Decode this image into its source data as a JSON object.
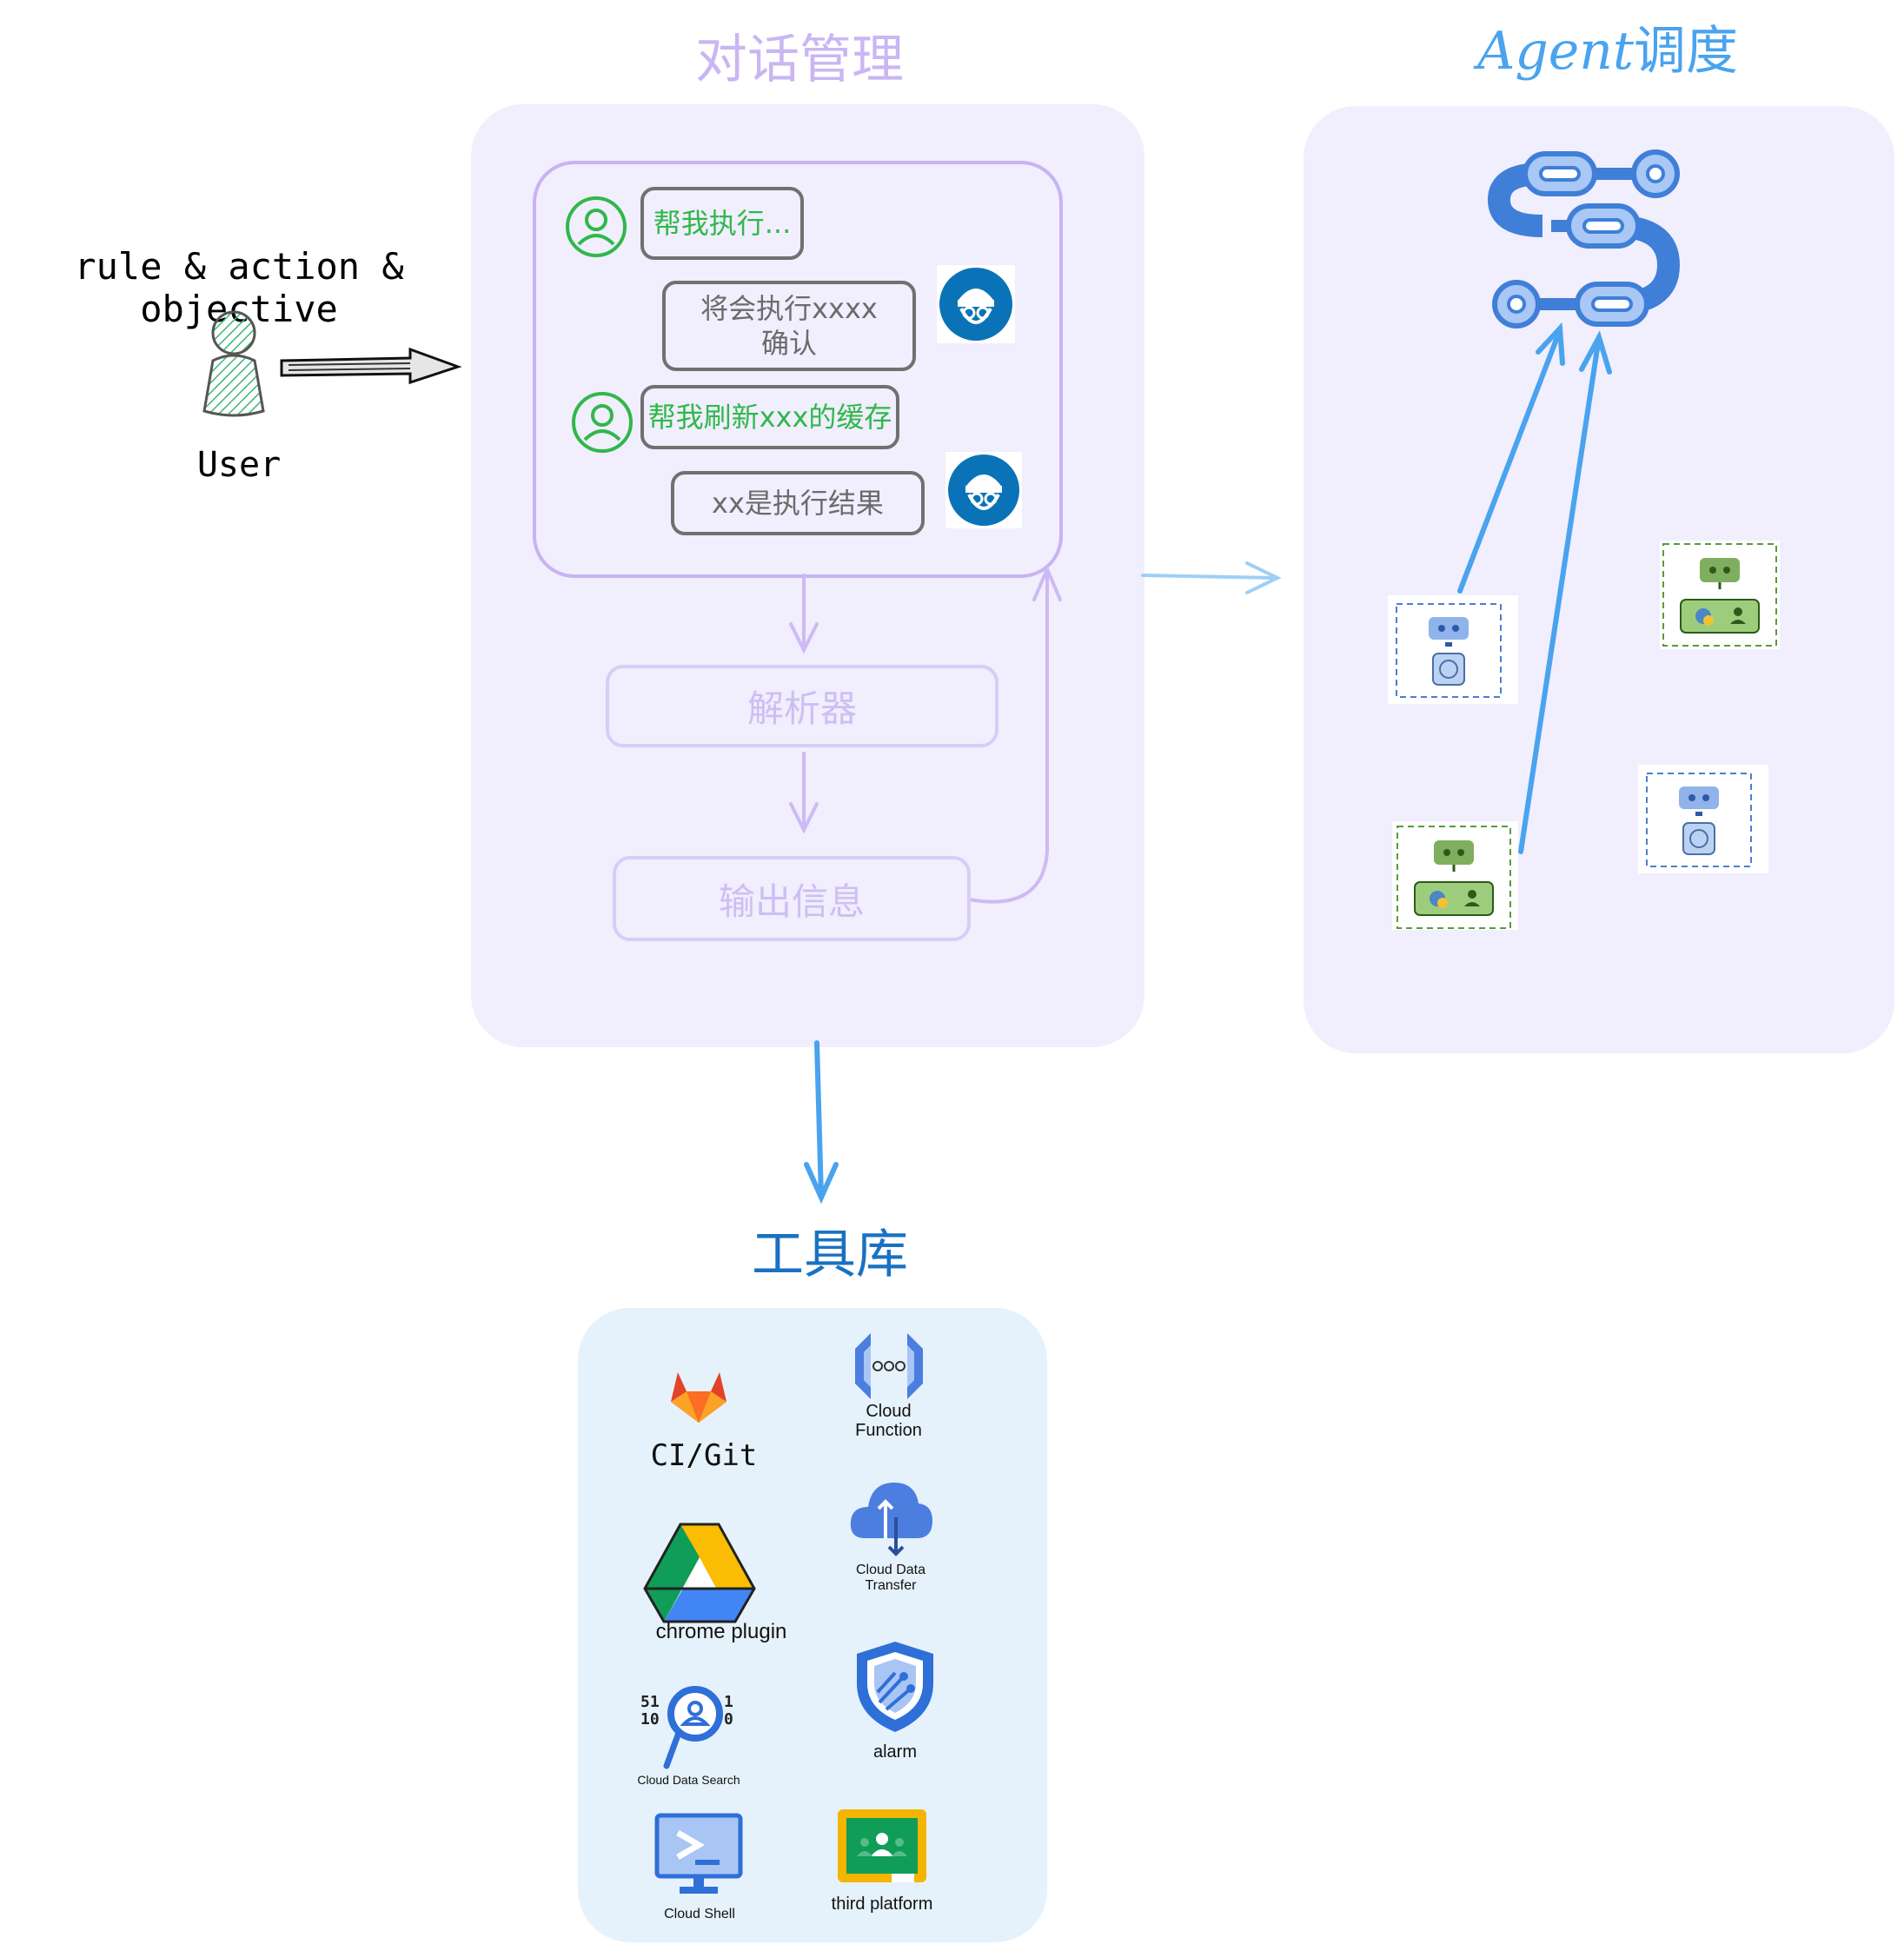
{
  "titles": {
    "conversation": "对话管理",
    "agent_latin": "Agent",
    "agent_cjk": "调度",
    "tools": "工具库"
  },
  "user": {
    "input_label": "rule & action & objective",
    "name": "User"
  },
  "chat": [
    {
      "role": "user",
      "text": "帮我执行..."
    },
    {
      "role": "bot",
      "line1": "将会执行xxxx",
      "line2": "确认"
    },
    {
      "role": "user",
      "text": "帮我刷新xxx的缓存"
    },
    {
      "role": "bot",
      "text": "xx是执行结果"
    }
  ],
  "flow": {
    "parser": "解析器",
    "output": "输出信息"
  },
  "tools": [
    {
      "icon": "gitlab-icon",
      "label": "CI/Git"
    },
    {
      "icon": "cloud-function-icon",
      "label_line1": "Cloud",
      "label_line2": "Function"
    },
    {
      "icon": "google-drive-icon",
      "label": "chrome plugin"
    },
    {
      "icon": "cloud-data-transfer-icon",
      "label_line1": "Cloud Data",
      "label_line2": "Transfer"
    },
    {
      "icon": "cloud-data-search-icon",
      "label": "Cloud Data Search"
    },
    {
      "icon": "shield-alarm-icon",
      "label": "alarm"
    },
    {
      "icon": "cloud-shell-icon",
      "label": "Cloud Shell"
    },
    {
      "icon": "classroom-board-icon",
      "label": "third platform"
    }
  ],
  "colors": {
    "panel_purple": "#f1eefd",
    "panel_blue": "#e5f2fc",
    "chat_border": "#c8b3f2",
    "user_green": "#2fb84a",
    "arrow_blue": "#4aa3ee",
    "agent_title": "#4aa3ee",
    "tools_title": "#1971c2"
  }
}
